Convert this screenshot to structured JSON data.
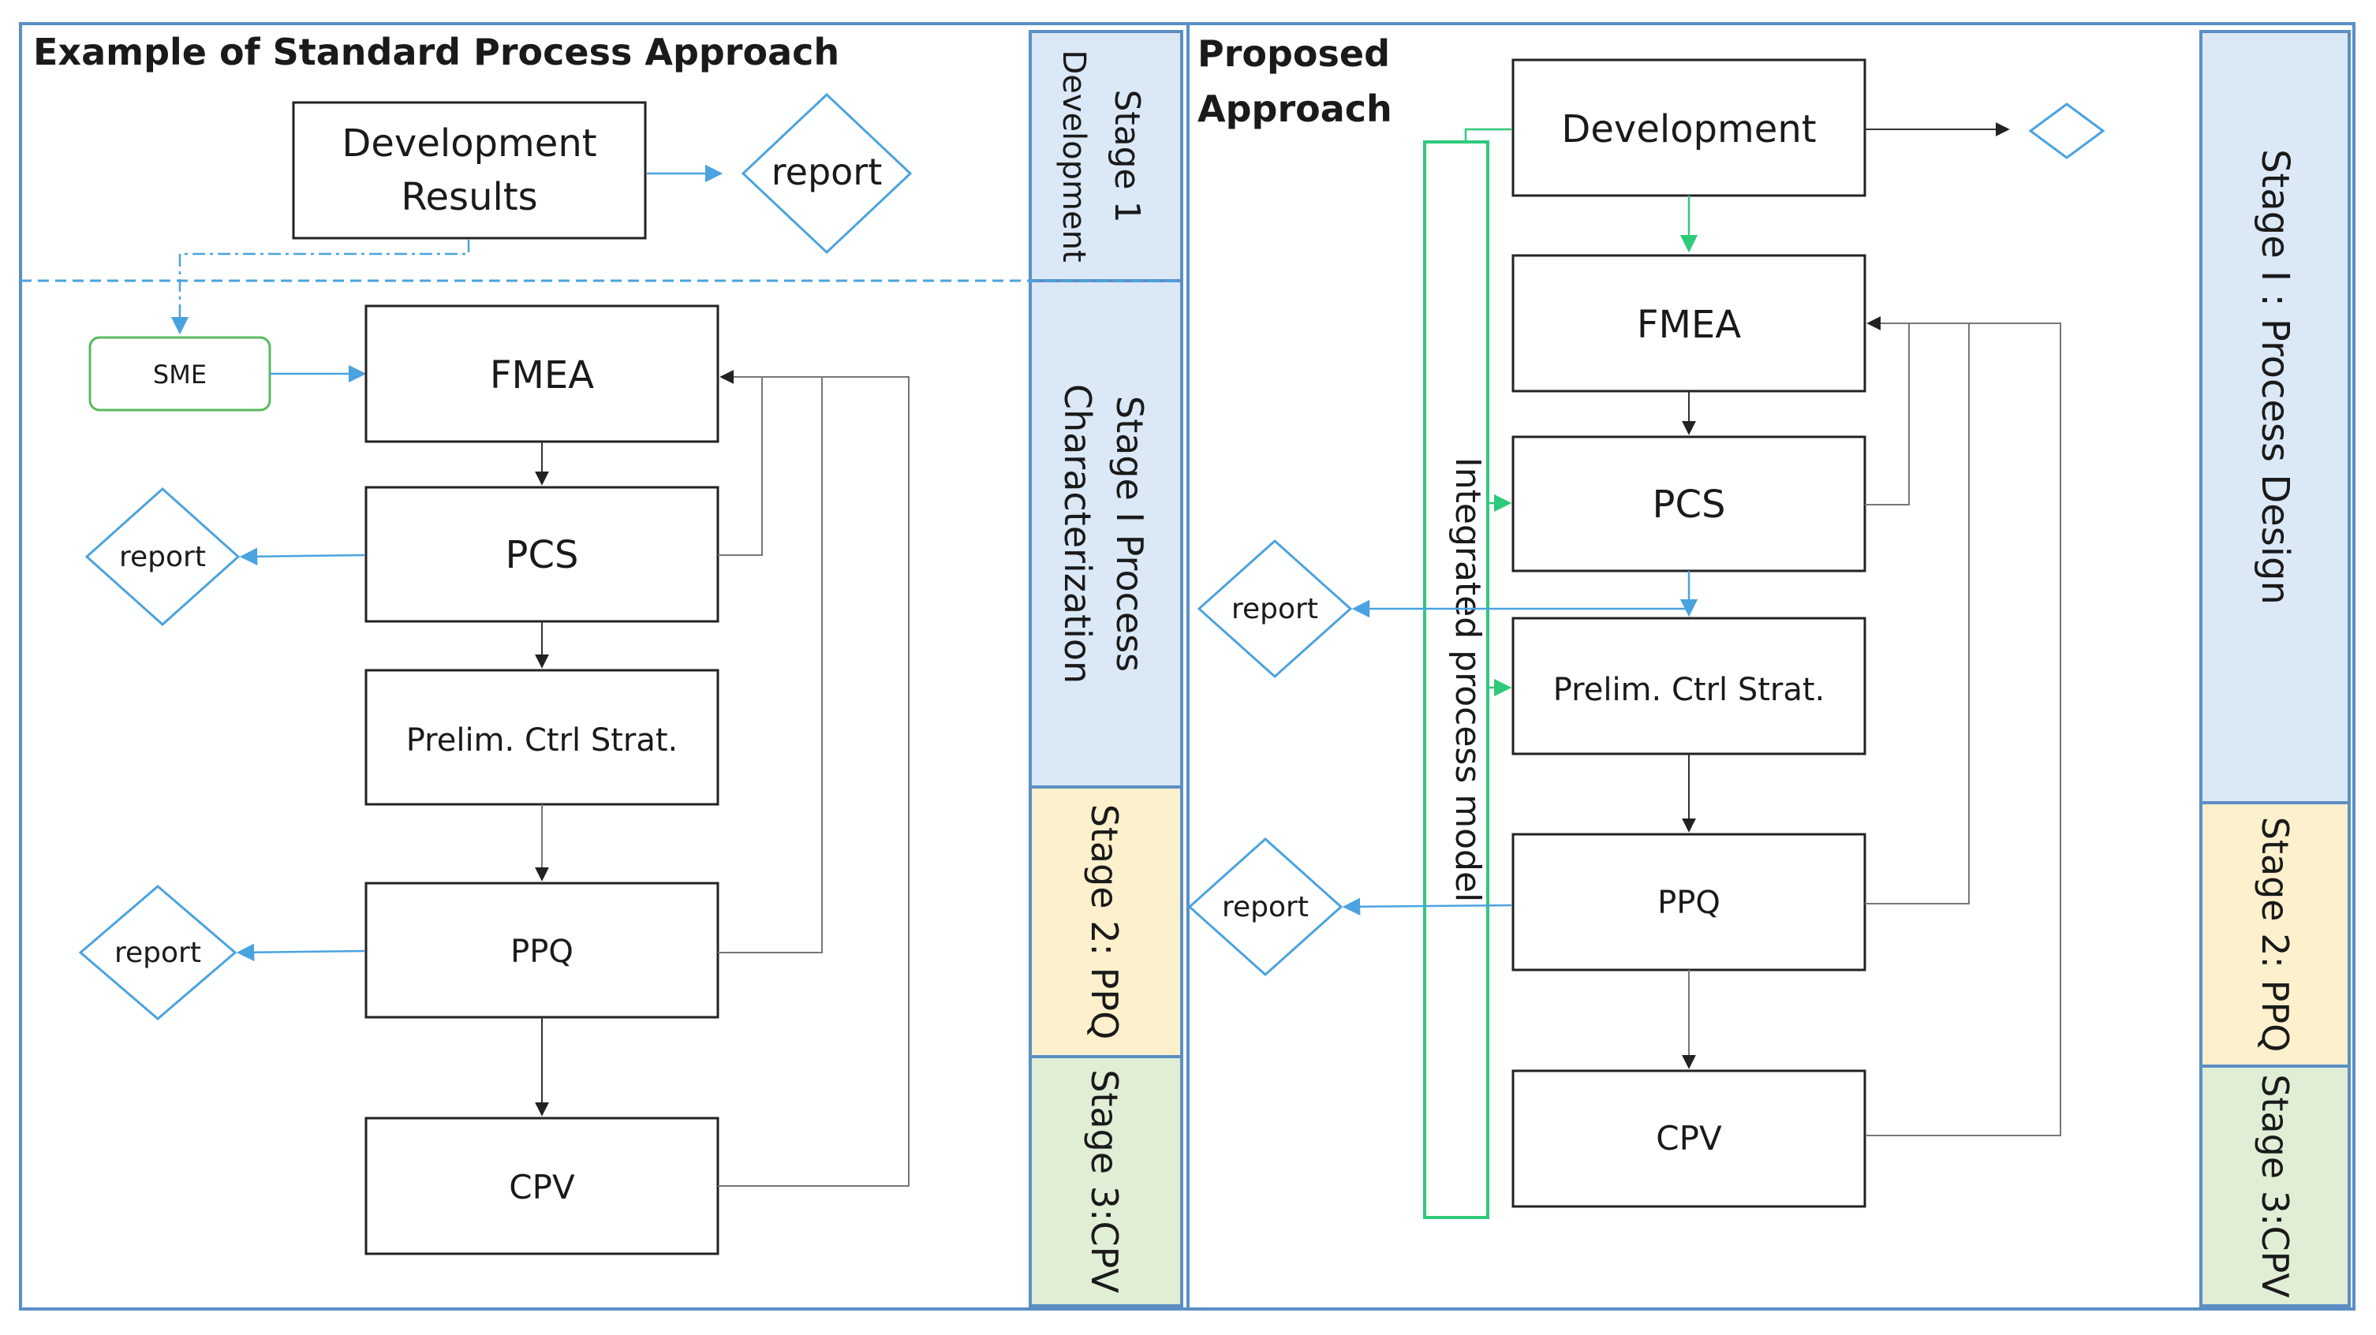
{
  "colors": {
    "panel_border": "#5b8fc4",
    "stage1_fill": "#dbe8f6",
    "stage2_fill": "#fdf0cc",
    "stage3_fill": "#e0eed6",
    "link_blue": "#4aa3df",
    "link_green": "#2fc97a",
    "sme_border": "#5cb85c"
  },
  "left": {
    "title": "Example of Standard Process Approach",
    "development_line1": "Development",
    "development_line2": "Results",
    "report_top": "report",
    "sme": "SME",
    "fmea": "FMEA",
    "pcs": "PCS",
    "report_pcs": "report",
    "prelim": "Prelim. Ctrl Strat.",
    "ppq": "PPQ",
    "report_ppq": "report",
    "cpv": "CPV",
    "stage1_line1": "Stage 1",
    "stage1_line2": "Development",
    "stage_char_line1": "Stage I Process",
    "stage_char_line2": "Characterization",
    "stage2": "Stage 2: PPQ",
    "stage3": "Stage 3:CPV"
  },
  "right": {
    "title_line1": "Proposed",
    "title_line2": "Approach",
    "development": "Development",
    "fmea": "FMEA",
    "pcs": "PCS",
    "prelim": "Prelim. Ctrl Strat.",
    "ppq": "PPQ",
    "cpv": "CPV",
    "report_pcs": "report",
    "report_ppq": "report",
    "integrated": "Integrated process model",
    "stage1": "Stage I : Process Design",
    "stage2": "Stage 2: PPQ",
    "stage3": "Stage 3:CPV"
  }
}
